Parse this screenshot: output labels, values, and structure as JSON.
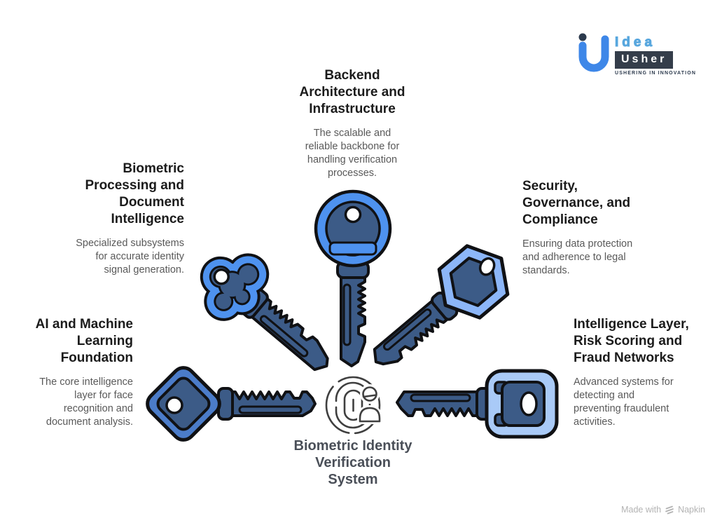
{
  "page": {
    "background": "#ffffff"
  },
  "logo": {
    "brand_top": "Idea",
    "brand_bottom": "Usher",
    "tagline": "USHERING IN INNOVATION"
  },
  "center": {
    "title": "Biometric Identity\nVerification\nSystem",
    "icon": "fingerprint-user-icon"
  },
  "sections": {
    "backend": {
      "title": "Backend\nArchitecture and\nInfrastructure",
      "desc": "The scalable and\nreliable backbone for\nhandling verification\nprocesses."
    },
    "biometric_processing": {
      "title": "Biometric\nProcessing and\nDocument\nIntelligence",
      "desc": "Specialized subsystems\nfor accurate identity\nsignal generation."
    },
    "security": {
      "title": "Security,\nGovernance, and\nCompliance",
      "desc": "Ensuring data protection\nand adherence to legal\nstandards."
    },
    "ai_ml": {
      "title": "AI and Machine\nLearning\nFoundation",
      "desc": "The core intelligence\nlayer for face\nrecognition and\ndocument analysis."
    },
    "intelligence": {
      "title": "Intelligence Layer,\nRisk Scoring and\nFraud Networks",
      "desc": "Advanced systems for\ndetecting and\npreventing fraudulent\nactivities."
    }
  },
  "watermark": {
    "prefix": "Made with",
    "brand": "Napkin"
  },
  "colors": {
    "key_rim_bright": "#4E92EF",
    "key_rim_light": "#8CB6F8",
    "key_rim_medium": "#4B7CC9",
    "key_rim_pale": "#A9CAF7",
    "key_dark": "#3C5B87",
    "outline": "#101114",
    "title_text": "#1B1B1B",
    "body_text": "#595959",
    "center_text": "#4A4F58",
    "logo_blue": "#3E87E8",
    "logo_navy": "#2C3A4D",
    "logo_box": "#343D4A",
    "logo_light_blue": "#58A7DE",
    "watermark_gray": "#B3B3B3",
    "icon_gray": "#3F3F3F"
  }
}
